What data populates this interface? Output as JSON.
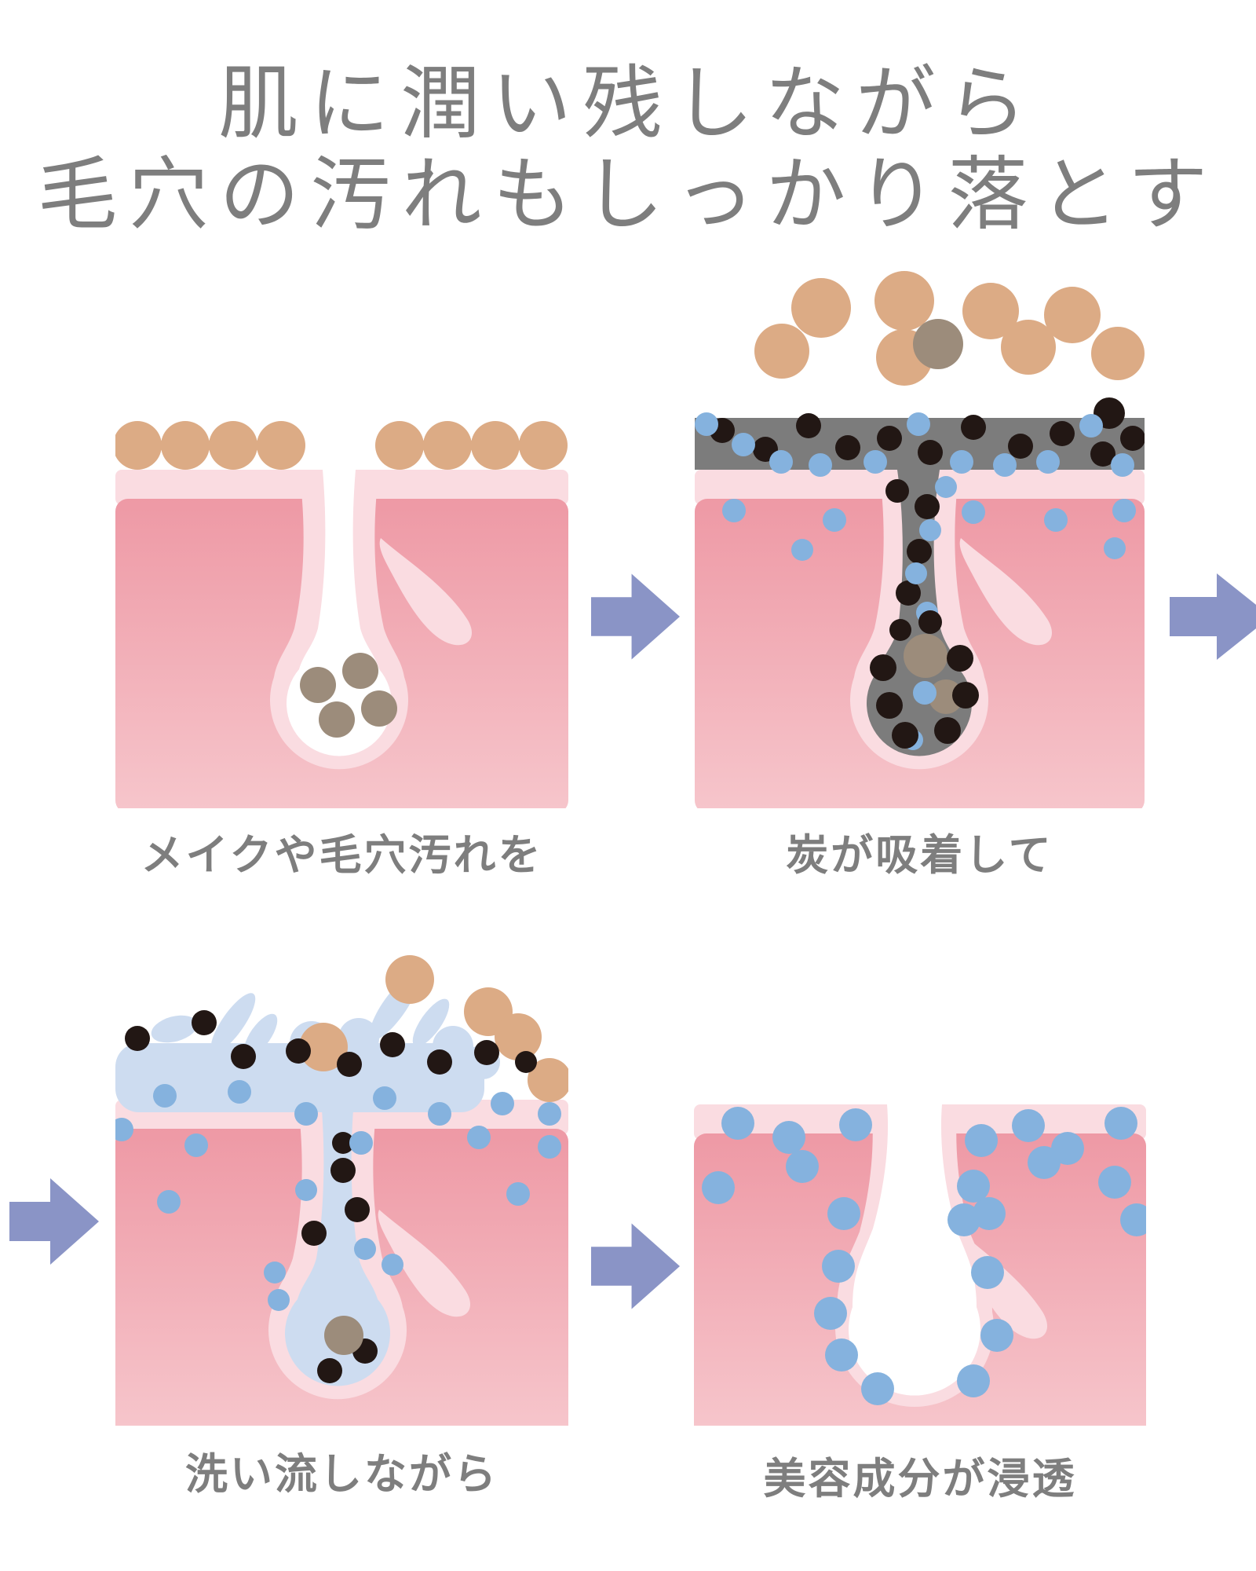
{
  "title": {
    "line1": "肌に潤い残しながら",
    "line2": "毛穴の汚れもしっかり落とす"
  },
  "steps": [
    {
      "caption": "メイクや毛穴汚れを"
    },
    {
      "caption": "炭が吸着して"
    },
    {
      "caption": "洗い流しながら"
    },
    {
      "caption": "美容成分が浸透"
    }
  ],
  "colors": {
    "background": "#ffffff",
    "text_gray": "#7e7e7e",
    "skin_surface": "#fadce1",
    "skin_body_top": "#ee99a5",
    "skin_body_bottom": "#f6c5cb",
    "makeup_tan": "#dcab85",
    "sebum_brown": "#9c8c7b",
    "charcoal_gray": "#7c7c7c",
    "charcoal_particle": "#221714",
    "moisture_blue": "#85b2de",
    "foam_blue": "#cddcf0",
    "pore_white": "#ffffff",
    "arrow_purple": "#8a94c6"
  }
}
